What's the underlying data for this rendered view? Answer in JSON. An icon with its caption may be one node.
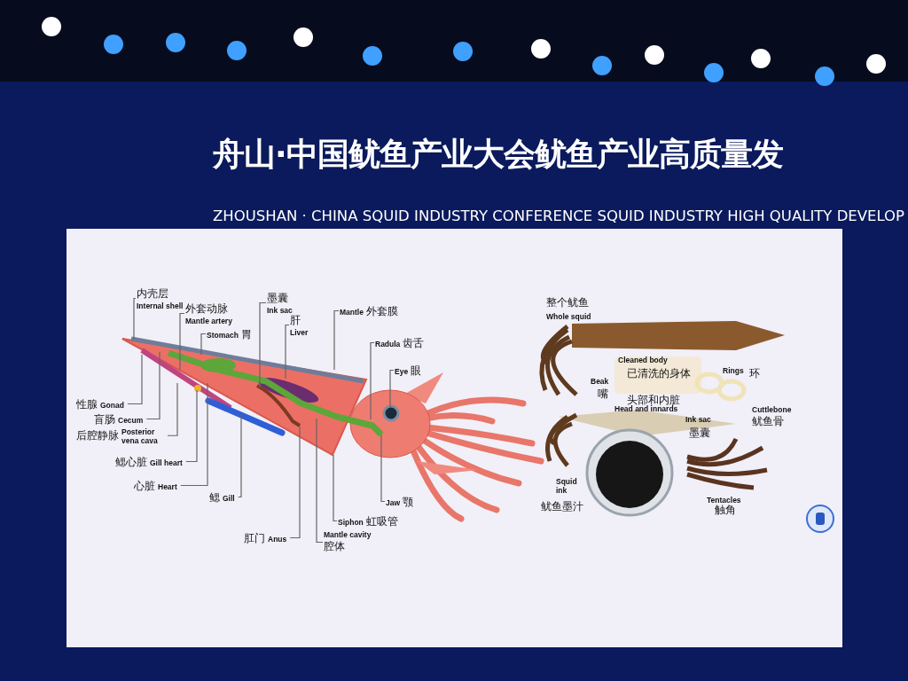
{
  "diagram": {
    "title": "舟山·中国鱿鱼产业大会鱿鱼产业高质量发",
    "nodes": [
      {
        "text": [
          "内壳层",
          "Internal shell"
        ]
      },
      {
        "text": [
          "外套动脉",
          "Mantle artery"
        ]
      },
      {
        "text": [
          "Stomach",
          "胃"
        ]
      },
      {
        "text": [
          "墨囊",
          "Ink sac"
        ]
      },
      {
        "text": [
          "肝",
          "Liver"
        ]
      },
      {
        "text": [
          "Mantle",
          "外套膜"
        ]
      },
      {
        "text": [
          "Radula",
          "齿舌"
        ]
      },
      {
        "text": [
          "Eye",
          "眼"
        ]
      },
      {
        "text": [
          "性腺",
          "Gonad"
        ]
      },
      {
        "text": [
          "盲肠",
          "Cecum"
        ]
      },
      {
        "text": [
          "后腔静脉",
          "Posterior vena cava"
        ]
      },
      {
        "text": [
          "鳃心脏",
          "Gill heart"
        ]
      },
      {
        "text": [
          "心脏",
          "Heart"
        ]
      },
      {
        "text": [
          "鳃",
          "Gill"
        ]
      },
      {
        "text": [
          "肛门",
          "Anus"
        ]
      },
      {
        "text": [
          "Mantle cavity",
          "腔体"
        ]
      },
      {
        "text": [
          "Siphon",
          "虹吸管"
        ]
      },
      {
        "text": [
          "Jaw",
          "颚"
        ]
      }
    ],
    "edges": [
      {
        "from": 0,
        "to": null,
        "arrow": "none"
      },
      {
        "from": 1,
        "to": null,
        "arrow": "none"
      },
      {
        "from": 2,
        "to": null,
        "arrow": "none"
      },
      {
        "from": 3,
        "to": null,
        "arrow": "none"
      },
      {
        "from": 4,
        "to": null,
        "arrow": "none"
      },
      {
        "from": 5,
        "to": null,
        "arrow": "none"
      },
      {
        "from": 6,
        "to": null,
        "arrow": "none"
      },
      {
        "from": 7,
        "to": null,
        "arrow": "none"
      },
      {
        "from": 8,
        "to": null,
        "arrow": "none"
      },
      {
        "from": 9,
        "to": null,
        "arrow": "none"
      },
      {
        "from": 10,
        "to": null,
        "arrow": "none"
      },
      {
        "from": 11,
        "to": null,
        "arrow": "none"
      },
      {
        "from": 12,
        "to": null,
        "arrow": "none"
      },
      {
        "from": 13,
        "to": null,
        "arrow": "none"
      },
      {
        "from": 14,
        "to": null,
        "arrow": "none"
      },
      {
        "from": 15,
        "to": null,
        "arrow": "none"
      },
      {
        "from": 16,
        "to": null,
        "arrow": "none"
      },
      {
        "from": 17,
        "to": null,
        "arrow": "none"
      }
    ],
    "labels": [
      "ZHOUSHAN · CHINA SQUID INDUSTRY CONFERENCE SQUID INDUSTRY HIGH QUALITY DEVELOP",
      "整个鱿鱼",
      "Whole squid",
      "Cleaned body",
      "已清洗的身体",
      "Rings",
      "环",
      "Beak",
      "嘴",
      "头部和内脏",
      "Head and innards",
      "Cuttlebone",
      "鱿鱼骨",
      "Ink sac",
      "墨囊",
      "Squid ink",
      "鱿鱼墨汁",
      "Tentacles",
      "触角"
    ]
  }
}
